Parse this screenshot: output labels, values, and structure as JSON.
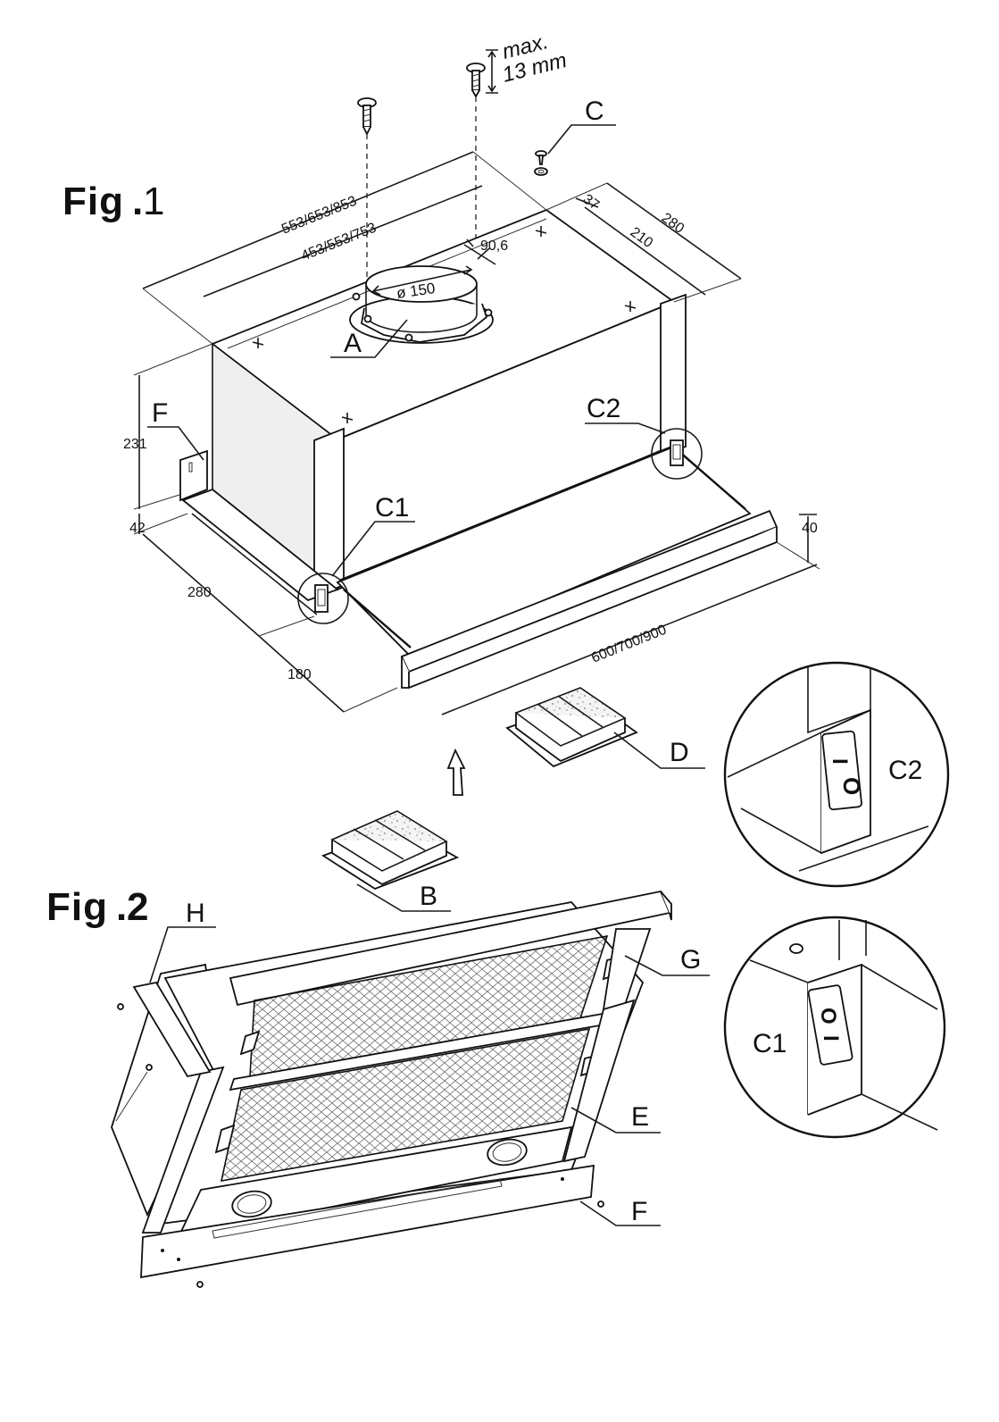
{
  "figures": {
    "fig1": {
      "prefix": "Fig",
      "number": "1"
    },
    "fig2": {
      "prefix": "Fig",
      "number": "2"
    }
  },
  "screw_note": {
    "line1": "max.",
    "line2": "13 mm"
  },
  "dimensions": {
    "width_outer": "553/653/853",
    "width_inner": "453/553/753",
    "duct_diameter": "ø 150",
    "offset_906": "90,6",
    "offset_37": "37",
    "depth_280_top": "280",
    "depth_210": "210",
    "height_231": "231",
    "height_42": "42",
    "depth_280_side": "280",
    "depth_180": "180",
    "front_width": "600/700/900",
    "front_40": "40"
  },
  "callouts": {
    "A": "A",
    "B": "B",
    "C": "C",
    "C1": "C1",
    "C2": "C2",
    "D": "D",
    "E": "E",
    "F_top": "F",
    "F_bottom": "F",
    "G": "G",
    "H": "H",
    "zoom_c1": "C1",
    "zoom_c2": "C2"
  },
  "switch_symbols": {
    "on": "I",
    "off": "O"
  }
}
